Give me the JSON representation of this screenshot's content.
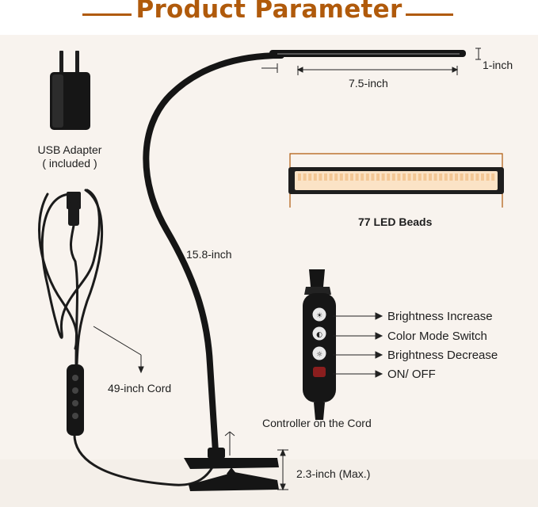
{
  "title": "Product Parameter",
  "colors": {
    "accent": "#b05a0b",
    "background": "#f8f3ee",
    "lamp": "#1a1a1a",
    "led_warm": "#fbe3c6"
  },
  "adapter": {
    "label_line1": "USB Adapter",
    "label_line2": "( included )"
  },
  "dimensions": {
    "head_thickness": "1-inch",
    "head_length": "7.5-inch",
    "gooseneck_length": "15.8-inch",
    "cord_length": "49-inch Cord",
    "clamp_opening": "2.3-inch (Max.)"
  },
  "led_panel": {
    "label": "77 LED Beads"
  },
  "controller": {
    "caption": "Controller on the Cord",
    "buttons": [
      {
        "label": "Brightness Increase",
        "icon": "sun-plus-icon"
      },
      {
        "label": "Color Mode Switch",
        "icon": "color-mode-icon"
      },
      {
        "label": "Brightness Decrease",
        "icon": "sun-minus-icon"
      },
      {
        "label": "ON/ OFF",
        "icon": "power-icon"
      }
    ]
  }
}
